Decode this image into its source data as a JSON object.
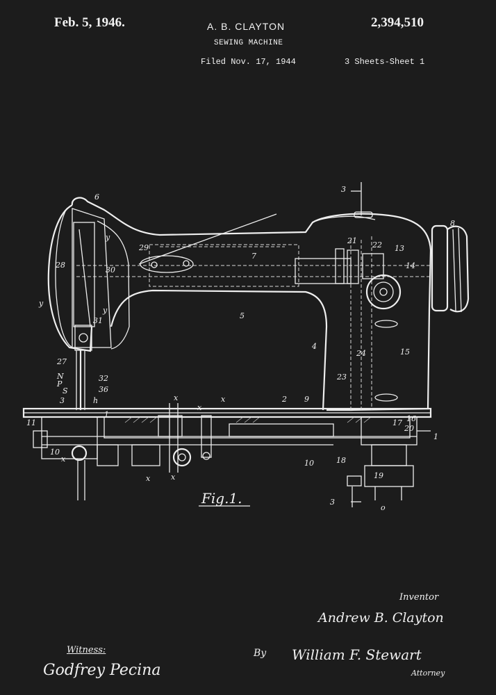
{
  "header": {
    "date": "Feb. 5, 1946.",
    "inventor": "A. B. CLAYTON",
    "patent_number": "2,394,510",
    "subject": "SEWING MACHINE",
    "filed": "Filed Nov. 17, 1944",
    "sheets": "3 Sheets-Sheet 1"
  },
  "figure": {
    "label": "Fig.1.",
    "reference_numbers": [
      "6",
      "8",
      "3",
      "29",
      "y",
      "28",
      "30",
      "y",
      "y",
      "7",
      "21",
      "22",
      "13",
      "14",
      "5",
      "31",
      "4",
      "24",
      "15",
      "27",
      "23",
      "N",
      "P",
      "32",
      "S",
      "36",
      "3",
      "h",
      "x",
      "x",
      "2",
      "9",
      "16",
      "17",
      "20",
      "11",
      "1",
      "10",
      "10",
      "x",
      "x",
      "x",
      "x",
      "18",
      "19",
      "o",
      "3",
      "1"
    ]
  },
  "signatures": {
    "inventor_label": "Inventor",
    "inventor_name": "Andrew B. Clayton",
    "witness_label": "Witness:",
    "witness_name": "Godfrey Pecina",
    "by_label": "By",
    "attorney_name": "William F. Stewart",
    "attorney_label": "Attorney"
  }
}
